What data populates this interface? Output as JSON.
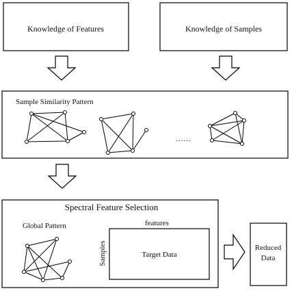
{
  "boxes": {
    "features": "Knowledge of Features",
    "samples": "Knowledge of Samples",
    "similarity": "Sample Similarity Pattern",
    "spectral": "Spectral Feature Selection",
    "global_pattern": "Global Pattern",
    "features_axis": "features",
    "samples_axis": "Samples",
    "target": "Target Data",
    "reduced_line1": "Reduced",
    "reduced_line2": "Data"
  },
  "ellipsis": "……"
}
